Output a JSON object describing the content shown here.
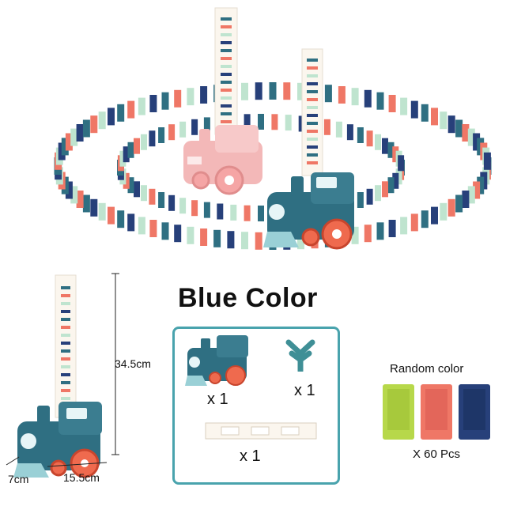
{
  "title": "Blue Color",
  "dimensions": {
    "height": "34.5cm",
    "depth": "7cm",
    "width": "15.5cm"
  },
  "package": {
    "train_qty": "x 1",
    "accessory_qty": "x 1",
    "track_qty": "x 1"
  },
  "dominoes": {
    "label": "Random color",
    "quantity": "X 60 Pcs"
  },
  "colors": {
    "teal": "#2f6f82",
    "navy": "#27407a",
    "coral": "#ef7766",
    "mint": "#bfe4cf",
    "pink": "#f3b8b8",
    "lime": "#b7d84a",
    "border": "#49a3ad"
  }
}
